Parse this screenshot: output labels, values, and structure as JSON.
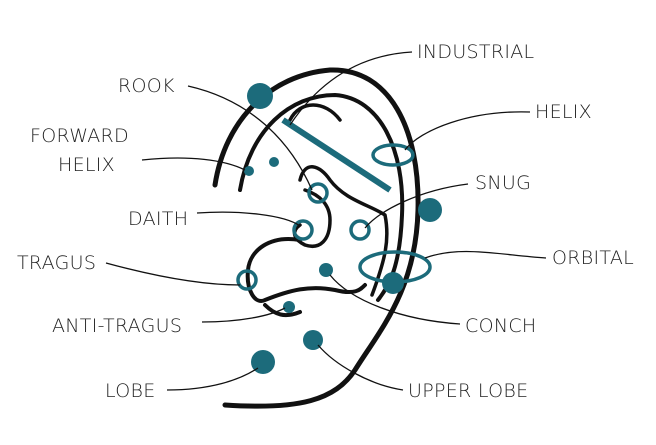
{
  "colors": {
    "accent": "#1c6b7b",
    "line": "#111111"
  },
  "labels": {
    "industrial": "INDUSTRIAL",
    "rook": "ROOK",
    "helix": "HELIX",
    "forward_helix_1": "FORWARD",
    "forward_helix_2": "HELIX",
    "snug": "SNUG",
    "daith": "DAITH",
    "orbital": "ORBITAL",
    "tragus": "TRAGUS",
    "anti_tragus": "ANTI-TRAGUS",
    "conch": "CONCH",
    "lobe": "LOBE",
    "upper_lobe": "UPPER LOBE"
  }
}
